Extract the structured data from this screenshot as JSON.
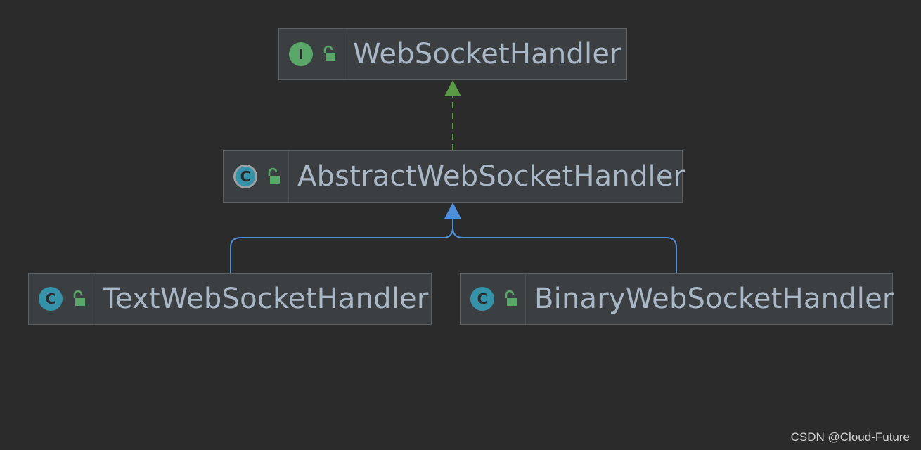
{
  "nodes": {
    "websockethandler": {
      "label": "WebSocketHandler",
      "kind": "interface",
      "kind_letter": "I"
    },
    "abstractwebsockethandler": {
      "label": "AbstractWebSocketHandler",
      "kind": "abstract-class",
      "kind_letter": "C"
    },
    "textwebsockethandler": {
      "label": "TextWebSocketHandler",
      "kind": "class",
      "kind_letter": "C"
    },
    "binarywebsockethandler": {
      "label": "BinaryWebSocketHandler",
      "kind": "class",
      "kind_letter": "C"
    }
  },
  "edges": [
    {
      "from": "abstractwebsockethandler",
      "to": "websockethandler",
      "type": "implements",
      "style": "dashed",
      "color": "#5a9a45"
    },
    {
      "from": "textwebsockethandler",
      "to": "abstractwebsockethandler",
      "type": "extends",
      "style": "solid",
      "color": "#4f8fd9"
    },
    {
      "from": "binarywebsockethandler",
      "to": "abstractwebsockethandler",
      "type": "extends",
      "style": "solid",
      "color": "#4f8fd9"
    }
  ],
  "icons": {
    "interface": "interface-icon",
    "class": "class-icon",
    "abstract": "abstract-class-icon",
    "visibility": "unlocked-padlock-icon"
  },
  "colors": {
    "background": "#2b2b2b",
    "node_fill": "#3c3f41",
    "node_text": "#a9b7c6",
    "interface_icon": "#59a869",
    "class_icon": "#3592a8",
    "lock_icon": "#59a869"
  },
  "watermark": "CSDN @Cloud-Future"
}
